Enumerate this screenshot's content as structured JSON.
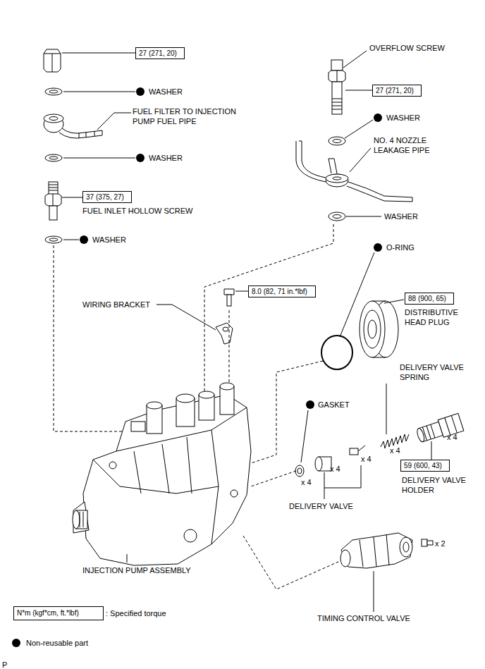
{
  "diagram": {
    "nodes": [
      {
        "text": [
          "27 (271, 20)"
        ]
      },
      {
        "text": [
          "27 (271, 20)"
        ]
      },
      {
        "text": [
          "37 (375, 27)"
        ]
      },
      {
        "text": [
          "8.0 (82, 71 in.*lbf)"
        ]
      },
      {
        "text": [
          "88 (900, 65)"
        ]
      },
      {
        "text": [
          "59 (600, 43)"
        ]
      },
      {
        "text": [
          "N*m (kgf*cm, ft.*lbf)"
        ]
      }
    ],
    "labels": [
      "WASHER",
      "FUEL FILTER TO INJECTION PUMP FUEL PIPE",
      "WASHER",
      "FUEL INLET HOLLOW SCREW",
      "WASHER",
      "OVERFLOW SCREW",
      "WASHER",
      "NO. 4 NOZZLE LEAKAGE PIPE",
      "WASHER",
      "O-RING",
      "WIRING BRACKET",
      "DISTRIBUTIVE HEAD PLUG",
      "GASKET",
      "DELIVERY VALVE SPRING",
      "x 4",
      "x 4",
      "x 4",
      "x 4",
      "x 4",
      "DELIVERY VALVE HOLDER",
      "DELIVERY VALVE",
      "x 2",
      "INJECTION PUMP ASSEMBLY",
      "TIMING CONTROL VALVE",
      "P"
    ],
    "legend": [
      {
        "text": ": Specified torque"
      },
      {
        "text": "Non-reusable part",
        "color": "#000000"
      }
    ]
  }
}
